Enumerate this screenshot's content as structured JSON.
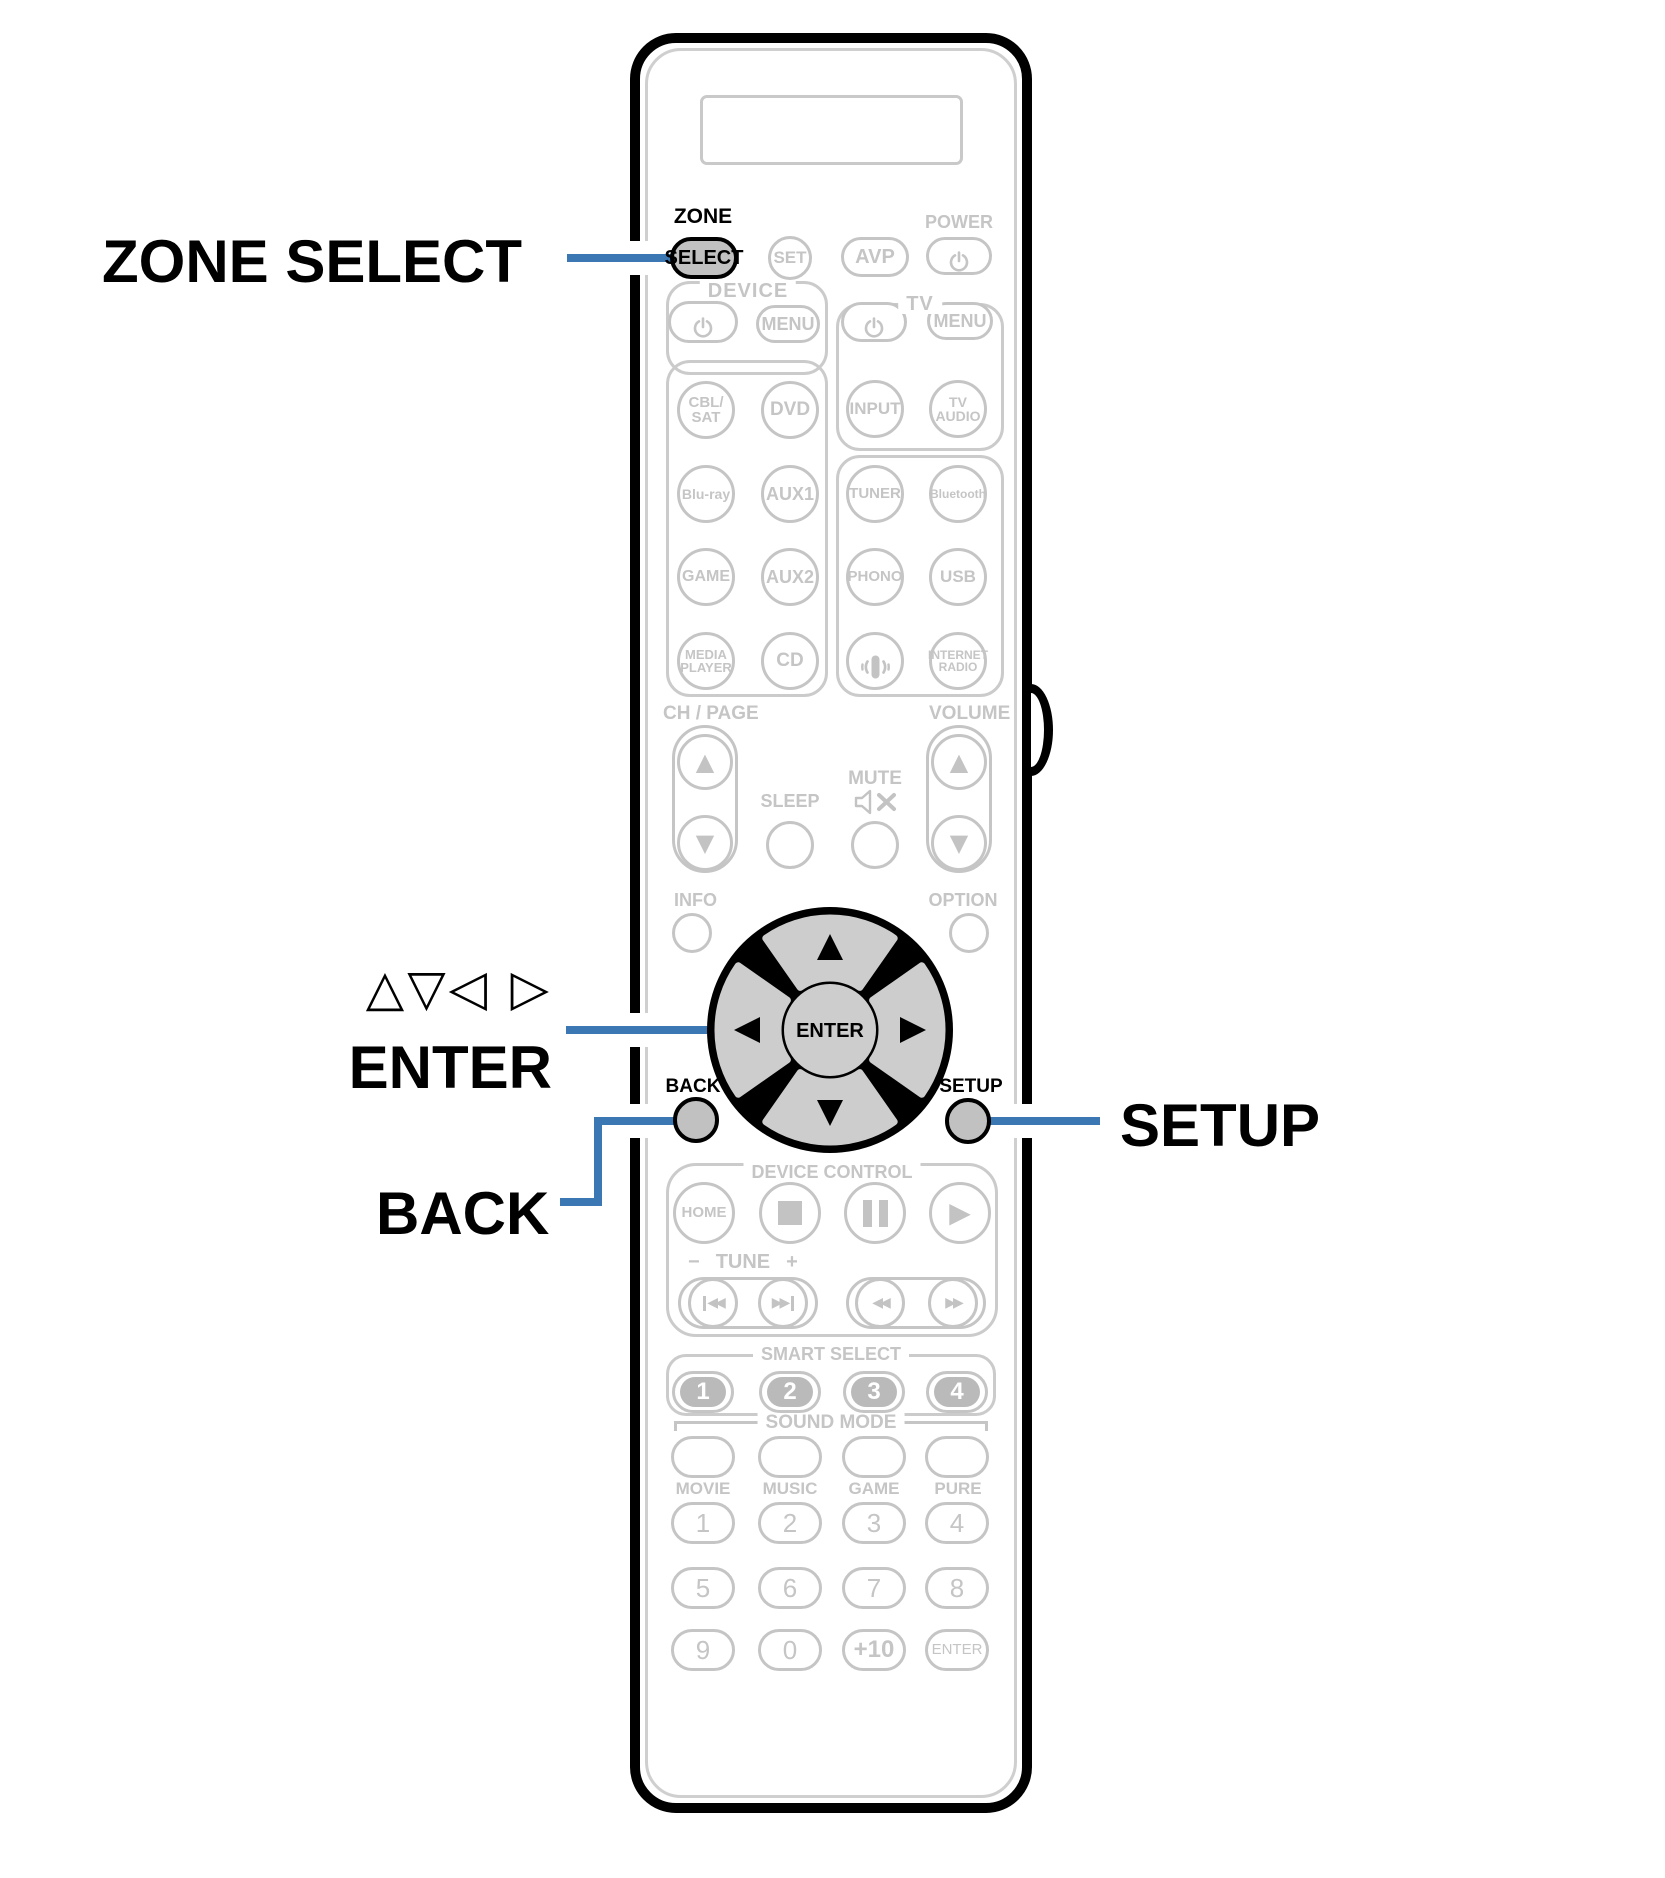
{
  "colors": {
    "accent_blue": "#3b78b3",
    "highlight_gray": "#c1c1c1",
    "print_gray": "#c5c5c5",
    "pad_black": "#000000",
    "pad_key_gray": "#cdcdcd"
  },
  "callouts": {
    "zone_select": "ZONE SELECT",
    "cursor_arrows": "△▽◁ ▷",
    "enter": "ENTER",
    "back": "BACK",
    "setup": "SETUP"
  },
  "remote": {
    "zone_label": "ZONE",
    "select_button": "SELECT",
    "set_button": "SET",
    "avp_button": "AVP",
    "power_label": "POWER",
    "device_group": {
      "label": "DEVICE",
      "menu": "MENU"
    },
    "tv_group": {
      "label": "TV",
      "menu": "MENU"
    },
    "sources_left": [
      "CBL/\nSAT",
      "DVD",
      "Blu-ray",
      "AUX1",
      "GAME",
      "AUX2",
      "MEDIA\nPLAYER",
      "CD"
    ],
    "sources_right_top": [
      "INPUT",
      "TV\nAUDIO"
    ],
    "sources_right": [
      "TUNER",
      "Bluetooth",
      "PHONO",
      "USB",
      "INTERNET\nRADIO"
    ],
    "ch_page_label": "CH / PAGE",
    "volume_label": "VOLUME",
    "sleep_label": "SLEEP",
    "mute_label": "MUTE",
    "info_label": "INFO",
    "option_label": "OPTION",
    "pad_enter": "ENTER",
    "back_label": "BACK",
    "setup_label": "SETUP",
    "device_control": {
      "label": "DEVICE CONTROL",
      "home": "HOME"
    },
    "tune": {
      "minus": "−",
      "label": "TUNE",
      "plus": "+"
    },
    "smart_select": {
      "label": "SMART SELECT",
      "numbers": [
        "1",
        "2",
        "3",
        "4"
      ]
    },
    "sound_mode": {
      "label": "SOUND MODE",
      "modes": [
        "MOVIE",
        "MUSIC",
        "GAME",
        "PURE"
      ]
    },
    "numpad": [
      "1",
      "2",
      "3",
      "4",
      "5",
      "6",
      "7",
      "8",
      "9",
      "0",
      "+10",
      "ENTER"
    ]
  },
  "icons": {
    "up_triangle": "▲",
    "down_triangle": "▼",
    "play": "▶",
    "rewind": "◀◀",
    "fast_forward": "▶▶",
    "skip_back_tri": "◀◀",
    "skip_forward_tri": "▶▶"
  }
}
